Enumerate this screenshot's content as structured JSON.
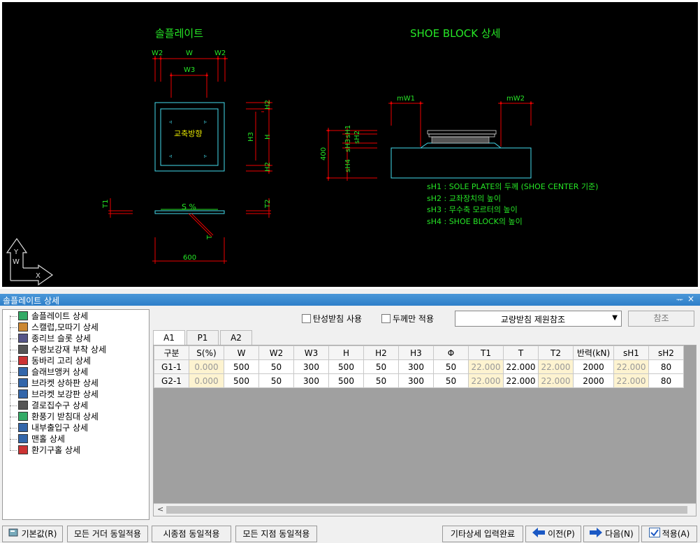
{
  "drawing": {
    "title_left": "솔플레이트",
    "title_right": "SHOE BLOCK 상세",
    "labels": {
      "w2a": "W2",
      "w": "W",
      "w2b": "W2",
      "w3": "W3",
      "h2a": "H2",
      "h3": "H3",
      "h": "H",
      "h2b": "H2",
      "axis_dir": "교축방향",
      "t1": "T1",
      "t2": "T2",
      "slope": "S %",
      "t": "T",
      "dim600": "600",
      "mw1": "mW1",
      "mw2": "mW2",
      "sh1": "sH1",
      "sh2": "sH2",
      "sh3": "sH3",
      "sh4": "sH4",
      "dim400": "400"
    },
    "notes": [
      "sH1 : SOLE PLATE의 두께 (SHOE CENTER 기준)",
      "sH2 : 교좌장치의 높이",
      "sH3 : 무수축 모르터의 높이",
      "sH4 : SHOE BLOCK의 높이"
    ],
    "ucs": {
      "y": "Y",
      "w": "W",
      "x": "X"
    }
  },
  "panel": {
    "title": "솔플레이트 상세",
    "pin": "ᅲ",
    "close": "×"
  },
  "tree": [
    {
      "label": "솔플레이트 상세",
      "icon": "sole-plate-icon",
      "color": "#3a6"
    },
    {
      "label": "스캘럽,모따기 상세",
      "icon": "scallop-icon",
      "color": "#c83"
    },
    {
      "label": "종리브 슬롯 상세",
      "icon": "rib-slot-icon",
      "color": "#558"
    },
    {
      "label": "수평보강재 부착 상세",
      "icon": "stiffener-icon",
      "color": "#555"
    },
    {
      "label": "동바리 고리 상세",
      "icon": "hook-icon",
      "color": "#c33"
    },
    {
      "label": "슬래브앵커 상세",
      "icon": "anchor-icon",
      "color": "#36a"
    },
    {
      "label": "브라켓 상하판 상세",
      "icon": "bracket-icon",
      "color": "#36a"
    },
    {
      "label": "브라켓 보강판 상세",
      "icon": "bracket-plate-icon",
      "color": "#36a"
    },
    {
      "label": "결로집수구 상세",
      "icon": "drain-icon",
      "color": "#555"
    },
    {
      "label": "환풍기 받침대 상세",
      "icon": "fan-support-icon",
      "color": "#3a6"
    },
    {
      "label": "내부출입구 상세",
      "icon": "door-icon",
      "color": "#36a"
    },
    {
      "label": "맨홀 상세",
      "icon": "manhole-icon",
      "color": "#36a"
    },
    {
      "label": "환기구홀 상세",
      "icon": "vent-hole-icon",
      "color": "#c33"
    }
  ],
  "options": {
    "elastic_bearing": "탄성받침 사용",
    "thickness_only": "두께만 적용",
    "dropdown_value": "교량받침 제원참조",
    "ref_button": "참조"
  },
  "tabs": [
    "A1",
    "P1",
    "A2"
  ],
  "table": {
    "headers": [
      "구분",
      "S(%)",
      "W",
      "W2",
      "W3",
      "H",
      "H2",
      "H3",
      "Φ",
      "T1",
      "T",
      "T2",
      "반력(kN)",
      "sH1",
      "sH2"
    ],
    "rows": [
      [
        "G1-1",
        "0.000",
        "500",
        "50",
        "300",
        "500",
        "50",
        "300",
        "50",
        "22.000",
        "22.000",
        "22.000",
        "2000",
        "22.000",
        "80"
      ],
      [
        "G2-1",
        "0.000",
        "500",
        "50",
        "300",
        "500",
        "50",
        "300",
        "50",
        "22.000",
        "22.000",
        "22.000",
        "2000",
        "22.000",
        "80"
      ]
    ]
  },
  "scroll_left": "<",
  "buttons": {
    "default": "기본값(R)",
    "all_girder": "모든 거더 동일적용",
    "start_end": "시종점 동일적용",
    "all_support": "모든 지점 동일적용",
    "done": "기타상세 입력완료",
    "prev": "이전(P)",
    "next": "다음(N)",
    "apply": "적용(A)"
  }
}
